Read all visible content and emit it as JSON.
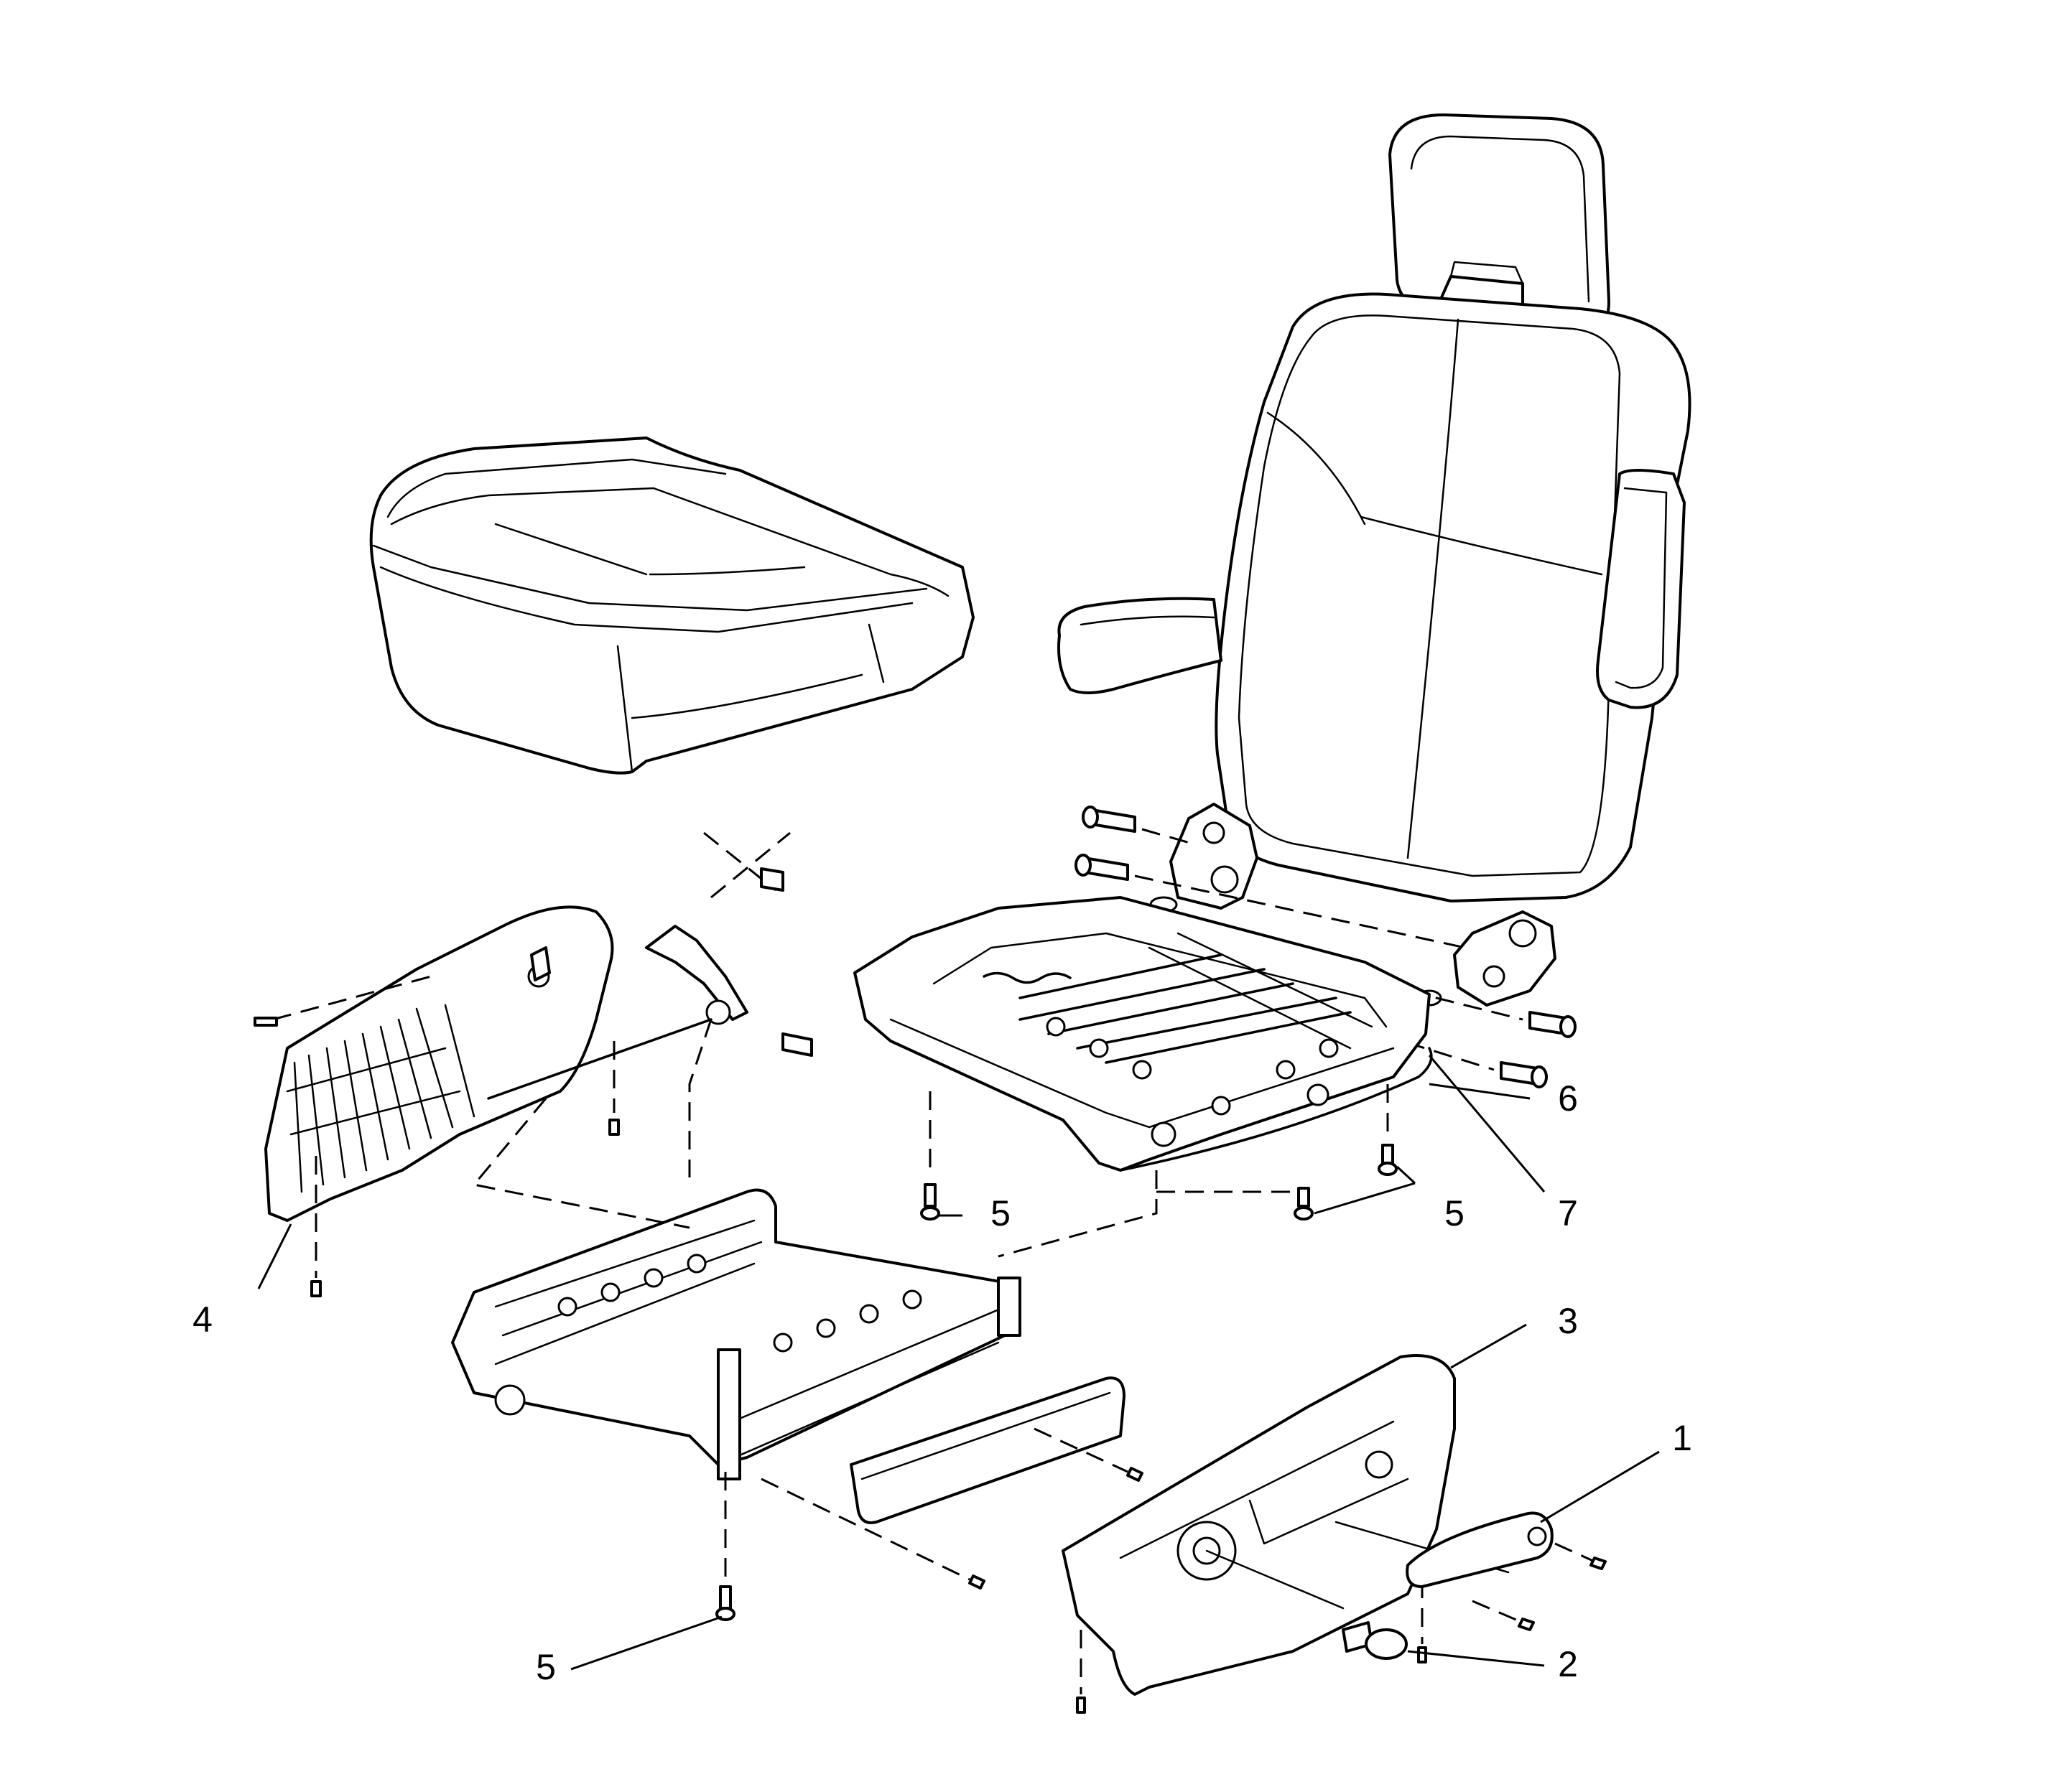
{
  "diagram": {
    "callouts": {
      "c1": "1",
      "c2": "2",
      "c3": "3",
      "c4": "4",
      "c5a": "5",
      "c5b": "5",
      "c5c": "5",
      "c6": "6",
      "c7": "7"
    }
  }
}
